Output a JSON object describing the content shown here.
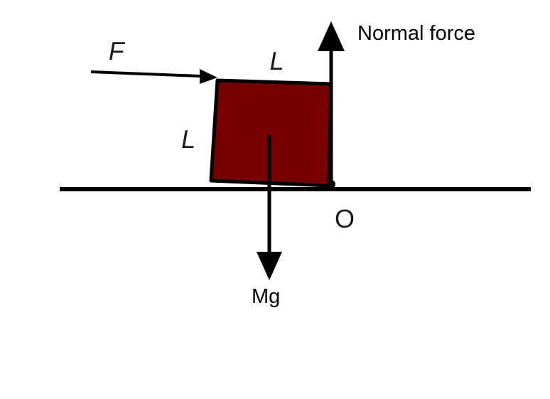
{
  "diagram": {
    "labels": {
      "force": "F",
      "top_side": "L",
      "left_side": "L",
      "normal": "Normal force",
      "weight": "Mg",
      "pivot": "O"
    },
    "colors": {
      "block_fill": "#780000",
      "stroke": "#000000",
      "ground": "#000000",
      "background": "#ffffff"
    }
  }
}
